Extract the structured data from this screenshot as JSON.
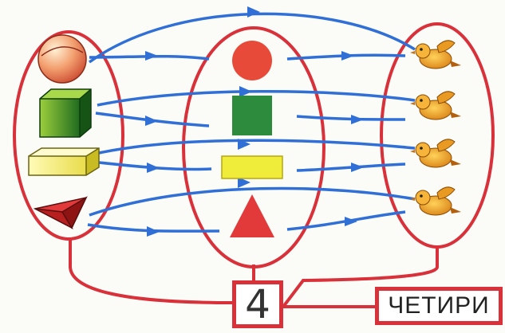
{
  "number": "4",
  "word": "ЧЕТИРИ",
  "colors": {
    "outline": "#d9313a",
    "arrow": "#2f6fd6"
  },
  "sets": [
    {
      "name": "solids",
      "items": [
        "sphere",
        "cube",
        "cuboid",
        "pyramid"
      ]
    },
    {
      "name": "flat-shapes",
      "items": [
        "circle",
        "square",
        "rectangle",
        "triangle"
      ]
    },
    {
      "name": "birds",
      "items": [
        "bird",
        "bird",
        "bird",
        "bird"
      ]
    }
  ]
}
